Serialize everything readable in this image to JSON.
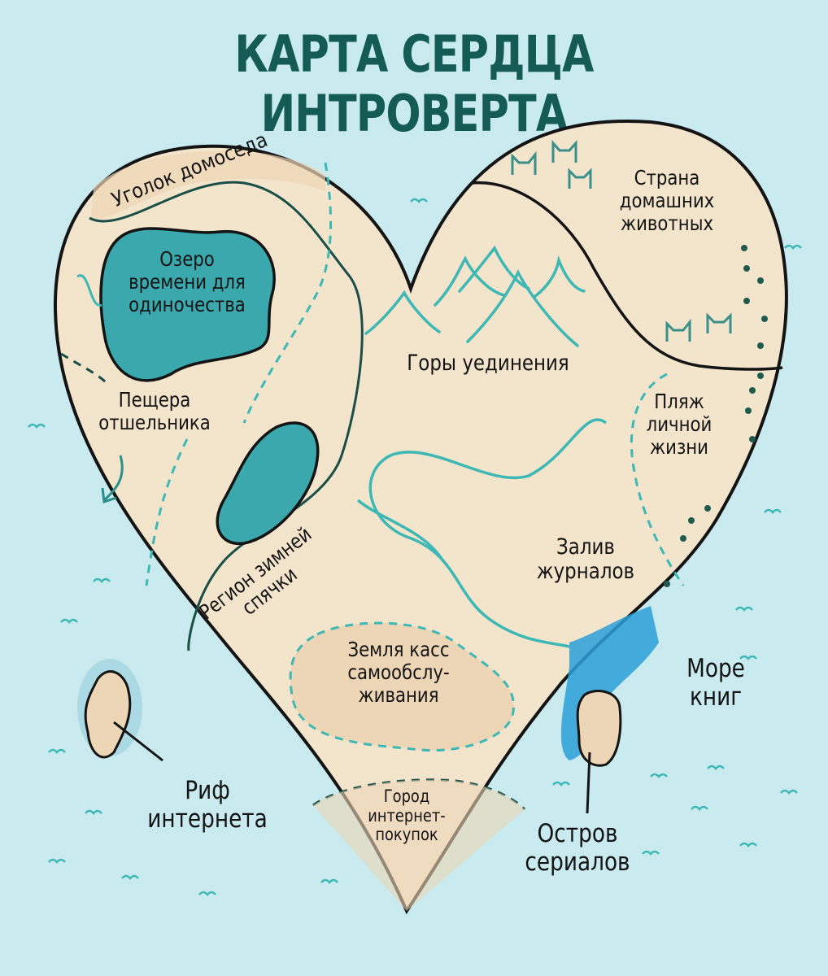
{
  "title": "КАРТА СЕРДЦА ИНТРОВЕРТА",
  "colors": {
    "sea": "#c9eaee",
    "land": "#f3e4cc",
    "land_shade": "#ecd6b5",
    "lake": "#3aa8ad",
    "bay_water": "#2aa0d8",
    "river": "#3eb8b5",
    "outline": "#141414",
    "title": "#145a55",
    "dots": "#1f5a4c"
  },
  "regions": {
    "corner": "Уголок домоседа",
    "lake": "Озеро\nвремени для\nодиночества",
    "cave": "Пещера\nотшельника",
    "mountains": "Горы уединения",
    "pets": "Страна\nдомашних\nживотных",
    "beach": "Пляж\nличной\nжизни",
    "hibernation": "Регион зимней\nспячки",
    "bay": "Залив\nжурналов",
    "selfcheckout": "Земля касс\nсамообслу-\nживания",
    "shopping": "Город\nинтернет-\nпокупок",
    "reef": "Риф\nинтернета",
    "sea": "Море\nкниг",
    "island": "Остров\nсериалов"
  }
}
